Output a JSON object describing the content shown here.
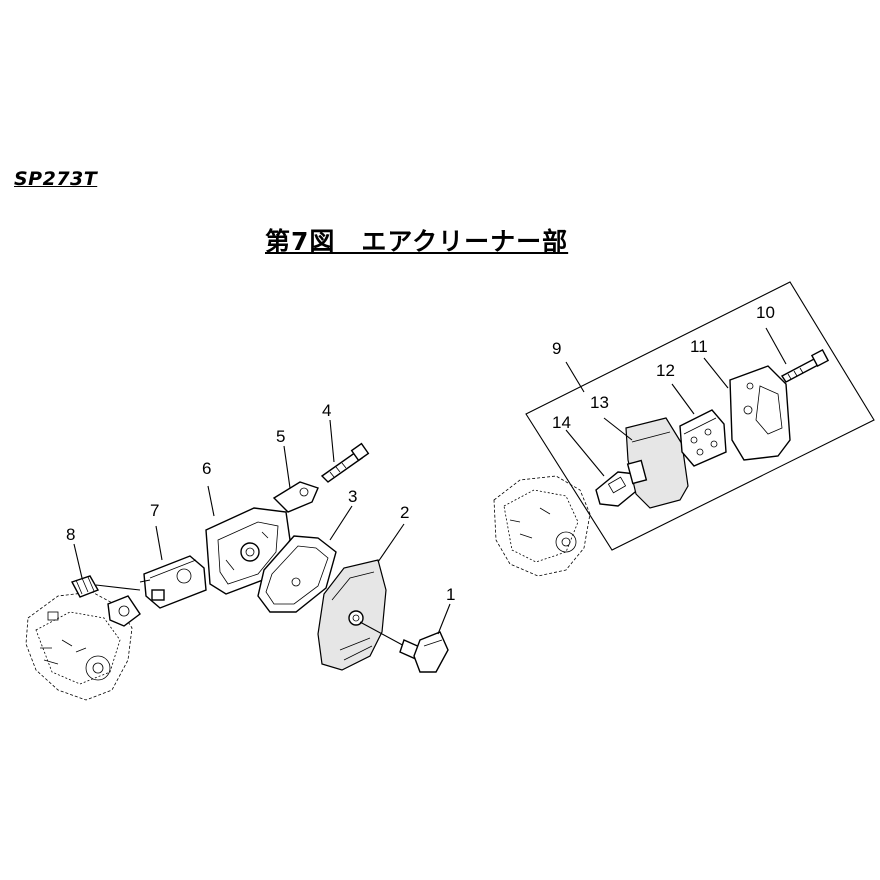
{
  "header": {
    "model": "SP273T",
    "title": "第7図　エアクリーナー部"
  },
  "callouts": [
    "1",
    "2",
    "3",
    "4",
    "5",
    "6",
    "7",
    "8",
    "9",
    "10",
    "11",
    "12",
    "13",
    "14"
  ]
}
